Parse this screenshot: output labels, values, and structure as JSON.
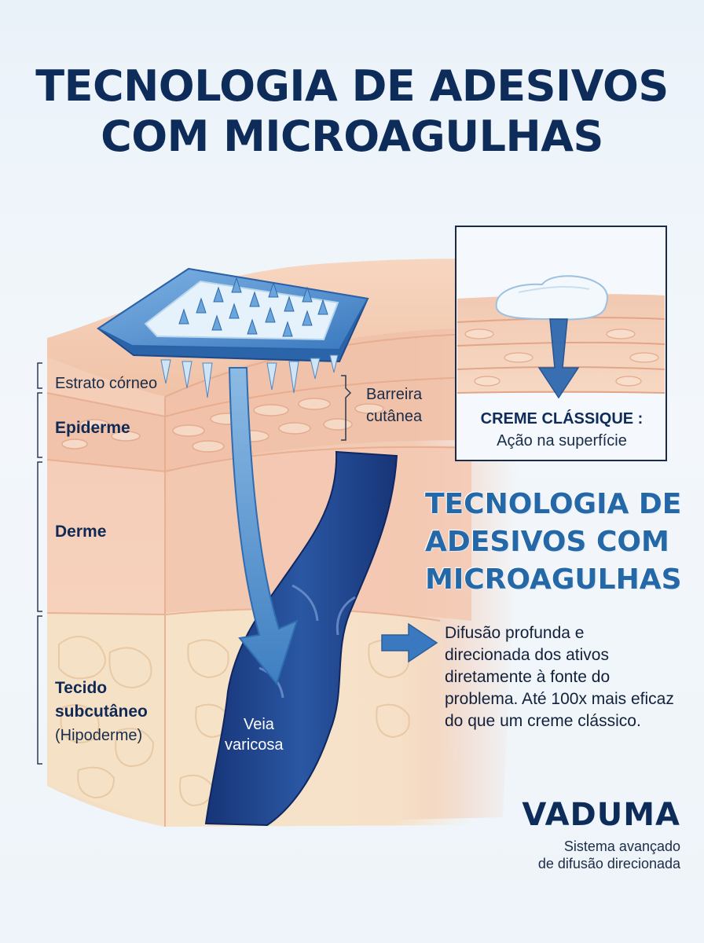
{
  "title_line1": "TECNOLOGIA DE ADESIVOS",
  "title_line2": "COM MICROAGULHAS",
  "layers": {
    "estrato": "Estrato córneo",
    "epiderme": "Epiderme",
    "derme": "Derme",
    "tecido_line1": "Tecido",
    "tecido_line2": "subcutâneo",
    "hipoderme": "(Hipoderme)"
  },
  "barreira_line1": "Barreira",
  "barreira_line2": "cutânea",
  "veia_line1": "Veia",
  "veia_line2": "varicosa",
  "inset": {
    "caption_bold": "CREME CLÁSSIQUE :",
    "caption": "Ação na superfície"
  },
  "subtitle_line1": "TECNOLOGIA DE",
  "subtitle_line2": "ADESIVOS COM",
  "subtitle_line3": "MICROAGULHAS",
  "description": "Difusão profunda e\ndirecionada dos ativos\ndiretamente à fonte do\nproblema. Até 100x mais eficaz\ndo que um creme clássico.",
  "brand": "VADUMA",
  "tagline": "Sistema avançado\nde difusão direcionada",
  "colors": {
    "navy": "#0e2c59",
    "accent_blue": "#2568a8",
    "skin": "#f4c6ad",
    "vein": "#1f3f86"
  },
  "icons": [
    "microneedle-patch-icon",
    "cream-dollop-icon",
    "arrow-right-icon"
  ]
}
